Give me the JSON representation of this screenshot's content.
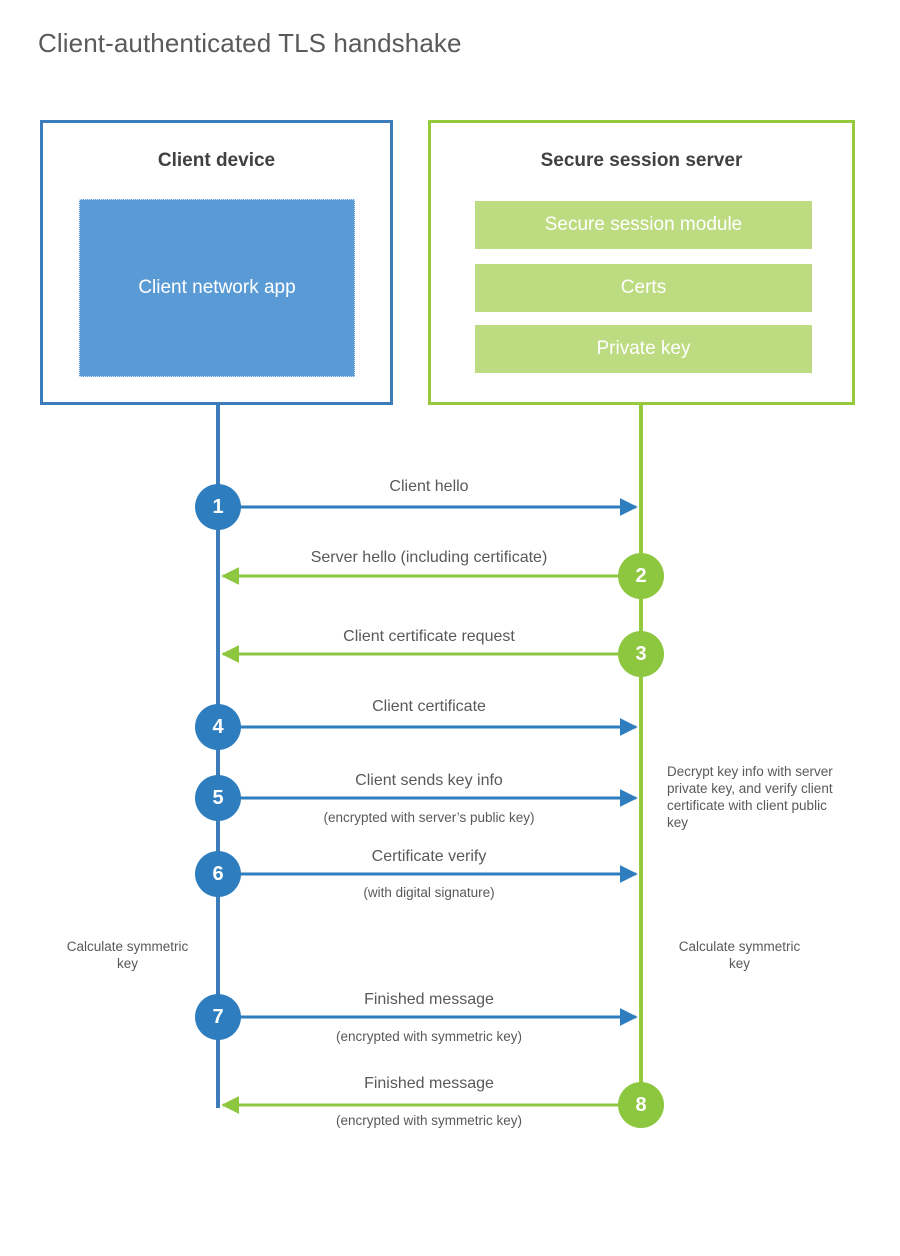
{
  "title": "Client-authenticated TLS handshake",
  "colors": {
    "client_border": "#3d7cba",
    "client_fill": "#5b9bd5",
    "client_accent": "#2e7ebf",
    "server_border": "#97c93d",
    "server_fill": "#bddb80",
    "server_accent": "#8dc63f",
    "text": "#58595b",
    "heading": "#414042",
    "background": "#ffffff"
  },
  "participants": [
    {
      "id": "client",
      "title": "Client device",
      "blocks": [
        "Client network app"
      ]
    },
    {
      "id": "server",
      "title": "Secure session server",
      "blocks": [
        "Secure session module",
        "Certs",
        "Private key"
      ]
    }
  ],
  "messages": [
    {
      "step": "1",
      "label": "Client hello",
      "sublabel": "",
      "direction": "client-to-server",
      "color": "#2e7ebf"
    },
    {
      "step": "2",
      "label": "Server hello (including certificate)",
      "sublabel": "",
      "direction": "server-to-client",
      "color": "#8dc63f"
    },
    {
      "step": "3",
      "label": "Client certificate request",
      "sublabel": "",
      "direction": "server-to-client",
      "color": "#8dc63f"
    },
    {
      "step": "4",
      "label": "Client certificate",
      "sublabel": "",
      "direction": "client-to-server",
      "color": "#2e7ebf"
    },
    {
      "step": "5",
      "label": "Client sends key info",
      "sublabel": "(encrypted with server’s public key)",
      "direction": "client-to-server",
      "color": "#2e7ebf"
    },
    {
      "step": "6",
      "label": "Certificate verify",
      "sublabel": "(with digital signature)",
      "direction": "client-to-server",
      "color": "#2e7ebf"
    },
    {
      "step": "7",
      "label": "Finished message",
      "sublabel": "(encrypted with symmetric key)",
      "direction": "client-to-server",
      "color": "#2e7ebf"
    },
    {
      "step": "8",
      "label": "Finished message",
      "sublabel": "(encrypted with symmetric key)",
      "direction": "server-to-client",
      "color": "#8dc63f"
    }
  ],
  "notes": {
    "decrypt": "Decrypt key info with server private key, and verify client certificate with client public key",
    "calculate_client": "Calculate symmetric key",
    "calculate_server": "Calculate symmetric key"
  }
}
